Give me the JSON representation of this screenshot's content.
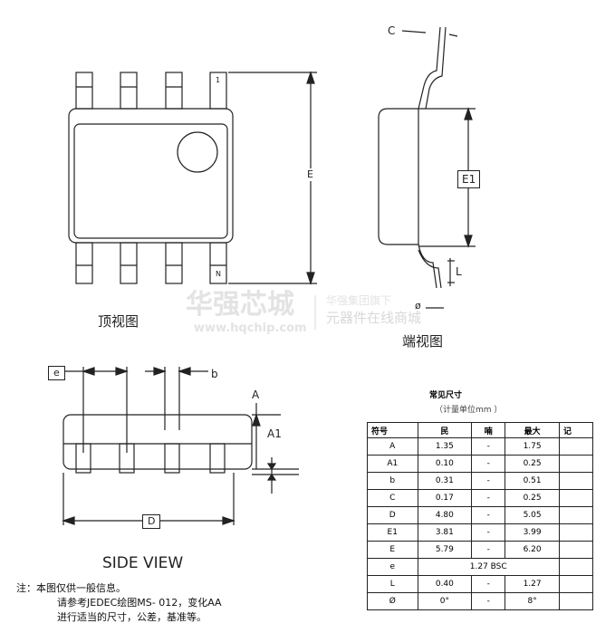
{
  "watermark": {
    "brand": "华强芯城",
    "url": "www.hqchip.com",
    "tag1": "华强集团旗下",
    "tag2": "元器件在线商城"
  },
  "top_view": {
    "title": "顶视图",
    "pin1": "1",
    "pinN": "N",
    "dim_E": "E"
  },
  "end_view": {
    "title": "端视图",
    "dim_C": "C",
    "dim_E1": "E1",
    "dim_L": "L",
    "dim_theta": "ø"
  },
  "side_view": {
    "title": "SIDE VIEW",
    "dim_e": "e",
    "dim_b": "b",
    "dim_A": "A",
    "dim_A1": "A1",
    "dim_D": "D"
  },
  "table": {
    "title": "常见尺寸",
    "unit": "（计量单位mm ）",
    "headers": [
      "符号",
      "民",
      "喃",
      "最大",
      "记"
    ],
    "rows": [
      [
        "A",
        "1.35",
        "-",
        "1.75",
        ""
      ],
      [
        "A1",
        "0.10",
        "-",
        "0.25",
        ""
      ],
      [
        "b",
        "0.31",
        "-",
        "0.51",
        ""
      ],
      [
        "C",
        "0.17",
        "-",
        "0.25",
        ""
      ],
      [
        "D",
        "4.80",
        "-",
        "5.05",
        ""
      ],
      [
        "E1",
        "3.81",
        "-",
        "3.99",
        ""
      ],
      [
        "E",
        "5.79",
        "-",
        "6.20",
        ""
      ],
      [
        "e",
        "1.27 BSC"
      ],
      [
        "L",
        "0.40",
        "-",
        "1.27",
        ""
      ],
      [
        "Ø",
        "0°",
        "-",
        "8°",
        ""
      ]
    ]
  },
  "notes": [
    "注：本图仅供一般信息。",
    "请参考JEDEC绘图MS- 012，变化AA",
    "进行适当的尺寸，公差，基准等。"
  ]
}
